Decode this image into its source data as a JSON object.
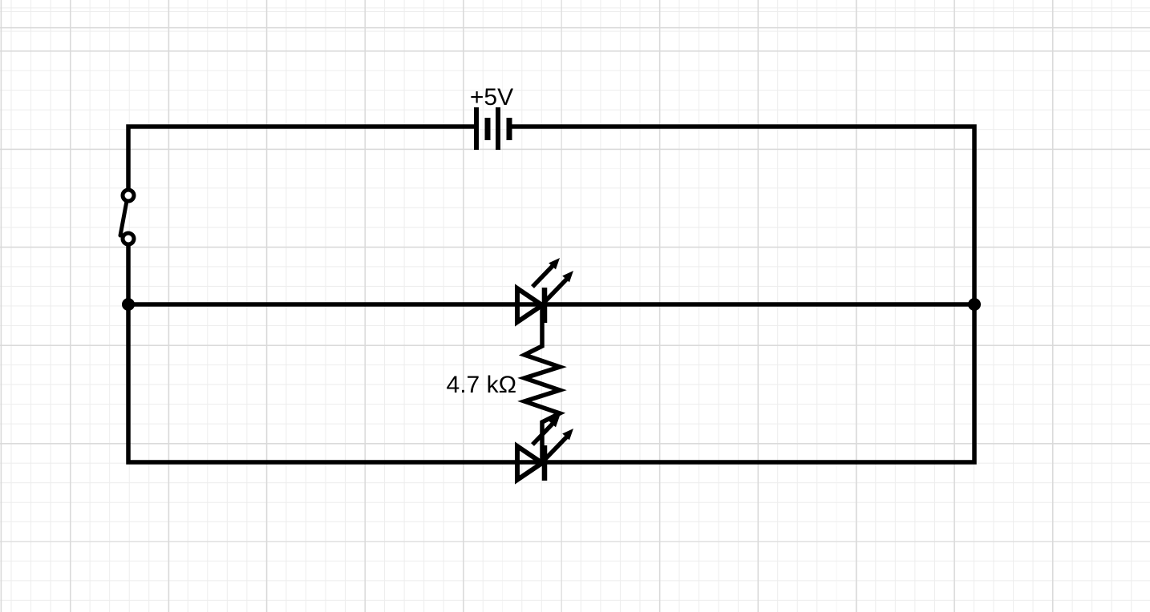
{
  "canvas": {
    "kind": "schematic-grid-canvas",
    "background_color": "#ffffff",
    "grid_minor_color": "#ededed",
    "grid_major_color": "#d9d9d9",
    "wire_color": "#000000"
  },
  "circuit": {
    "components": [
      {
        "id": "battery",
        "type": "battery",
        "label": "+5V"
      },
      {
        "id": "switch",
        "type": "spst-switch"
      },
      {
        "id": "led-top",
        "type": "led"
      },
      {
        "id": "resistor",
        "type": "resistor",
        "label": "4.7 kΩ"
      },
      {
        "id": "led-bottom",
        "type": "led"
      }
    ]
  }
}
